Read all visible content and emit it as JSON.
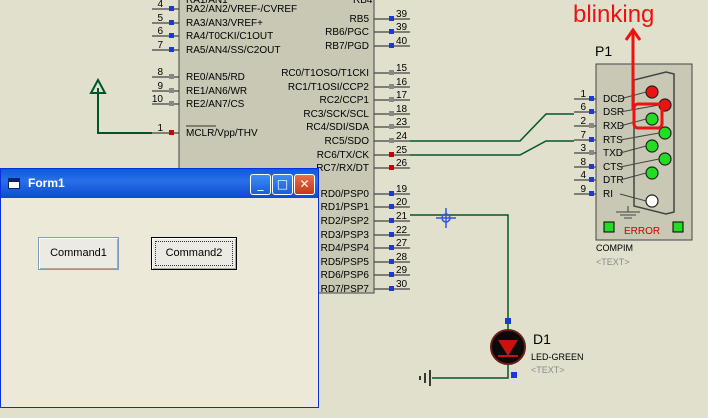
{
  "mcu": {
    "left_pins": [
      {
        "num": "4",
        "label": "RA2/AN2/VREF-/CVREF"
      },
      {
        "num": "5",
        "label": "RA3/AN3/VREF+"
      },
      {
        "num": "6",
        "label": "RA4/T0CKI/C1OUT"
      },
      {
        "num": "7",
        "label": "RA5/AN4/SS/C2OUT"
      },
      {
        "num": "8",
        "label": "RE0/AN5/RD"
      },
      {
        "num": "9",
        "label": "RE1/AN6/WR"
      },
      {
        "num": "10",
        "label": "RE2/AN7/CS"
      },
      {
        "num": "1",
        "label": "MCLR/Vpp/THV"
      }
    ],
    "right_pins_top": [
      {
        "num": "39",
        "label": "RB5"
      },
      {
        "num": "39",
        "label": "RB6/PGC"
      },
      {
        "num": "40",
        "label": "RB7/PGD"
      }
    ],
    "right_pins_c": [
      {
        "num": "15",
        "label": "RC0/T1OSO/T1CKI"
      },
      {
        "num": "16",
        "label": "RC1/T1OSI/CCP2"
      },
      {
        "num": "17",
        "label": "RC2/CCP1"
      },
      {
        "num": "18",
        "label": "RC3/SCK/SCL"
      },
      {
        "num": "23",
        "label": "RC4/SDI/SDA"
      },
      {
        "num": "24",
        "label": "RC5/SDO"
      },
      {
        "num": "25",
        "label": "RC6/TX/CK"
      },
      {
        "num": "26",
        "label": "RC7/RX/DT"
      }
    ],
    "right_pins_d": [
      {
        "num": "19",
        "label": "RD0/PSP0"
      },
      {
        "num": "20",
        "label": "RD1/PSP1"
      },
      {
        "num": "21",
        "label": "RD2/PSP2"
      },
      {
        "num": "22",
        "label": "RD3/PSP3"
      },
      {
        "num": "27",
        "label": "RD4/PSP4"
      },
      {
        "num": "28",
        "label": "RD5/PSP5"
      },
      {
        "num": "29",
        "label": "RD6/PSP6"
      },
      {
        "num": "30",
        "label": "RD7/PSP7"
      }
    ]
  },
  "compim": {
    "ref": "P1",
    "name": "COMPIM",
    "text_placeholder": "<TEXT>",
    "error_label": "ERROR",
    "pins": [
      {
        "num": "1",
        "label": "DCD"
      },
      {
        "num": "6",
        "label": "DSR"
      },
      {
        "num": "2",
        "label": "RXD"
      },
      {
        "num": "7",
        "label": "RTS"
      },
      {
        "num": "3",
        "label": "TXD"
      },
      {
        "num": "8",
        "label": "CTS"
      },
      {
        "num": "4",
        "label": "DTR"
      },
      {
        "num": "9",
        "label": "RI"
      }
    ],
    "led_colors": [
      "#ee1111",
      "#ee1111",
      "#22dd22",
      "#22dd22",
      "#22dd22",
      "#22dd22",
      "#22dd22",
      "#ffffff"
    ]
  },
  "led": {
    "ref": "D1",
    "name": "LED-GREEN",
    "text_placeholder": "<TEXT>"
  },
  "annotation": {
    "text": "blinking",
    "color": "#ee1111"
  },
  "form": {
    "title": "Form1",
    "buttons": {
      "command1": "Command1",
      "command2": "Command2"
    },
    "window_controls": {
      "minimize": "_",
      "maximize": "□",
      "close": "✕"
    }
  },
  "colors": {
    "background": "#e0e0cc",
    "wire": "#00552a",
    "component_body": "#c8c8b4",
    "pin_marker": "#1a3ad8"
  }
}
